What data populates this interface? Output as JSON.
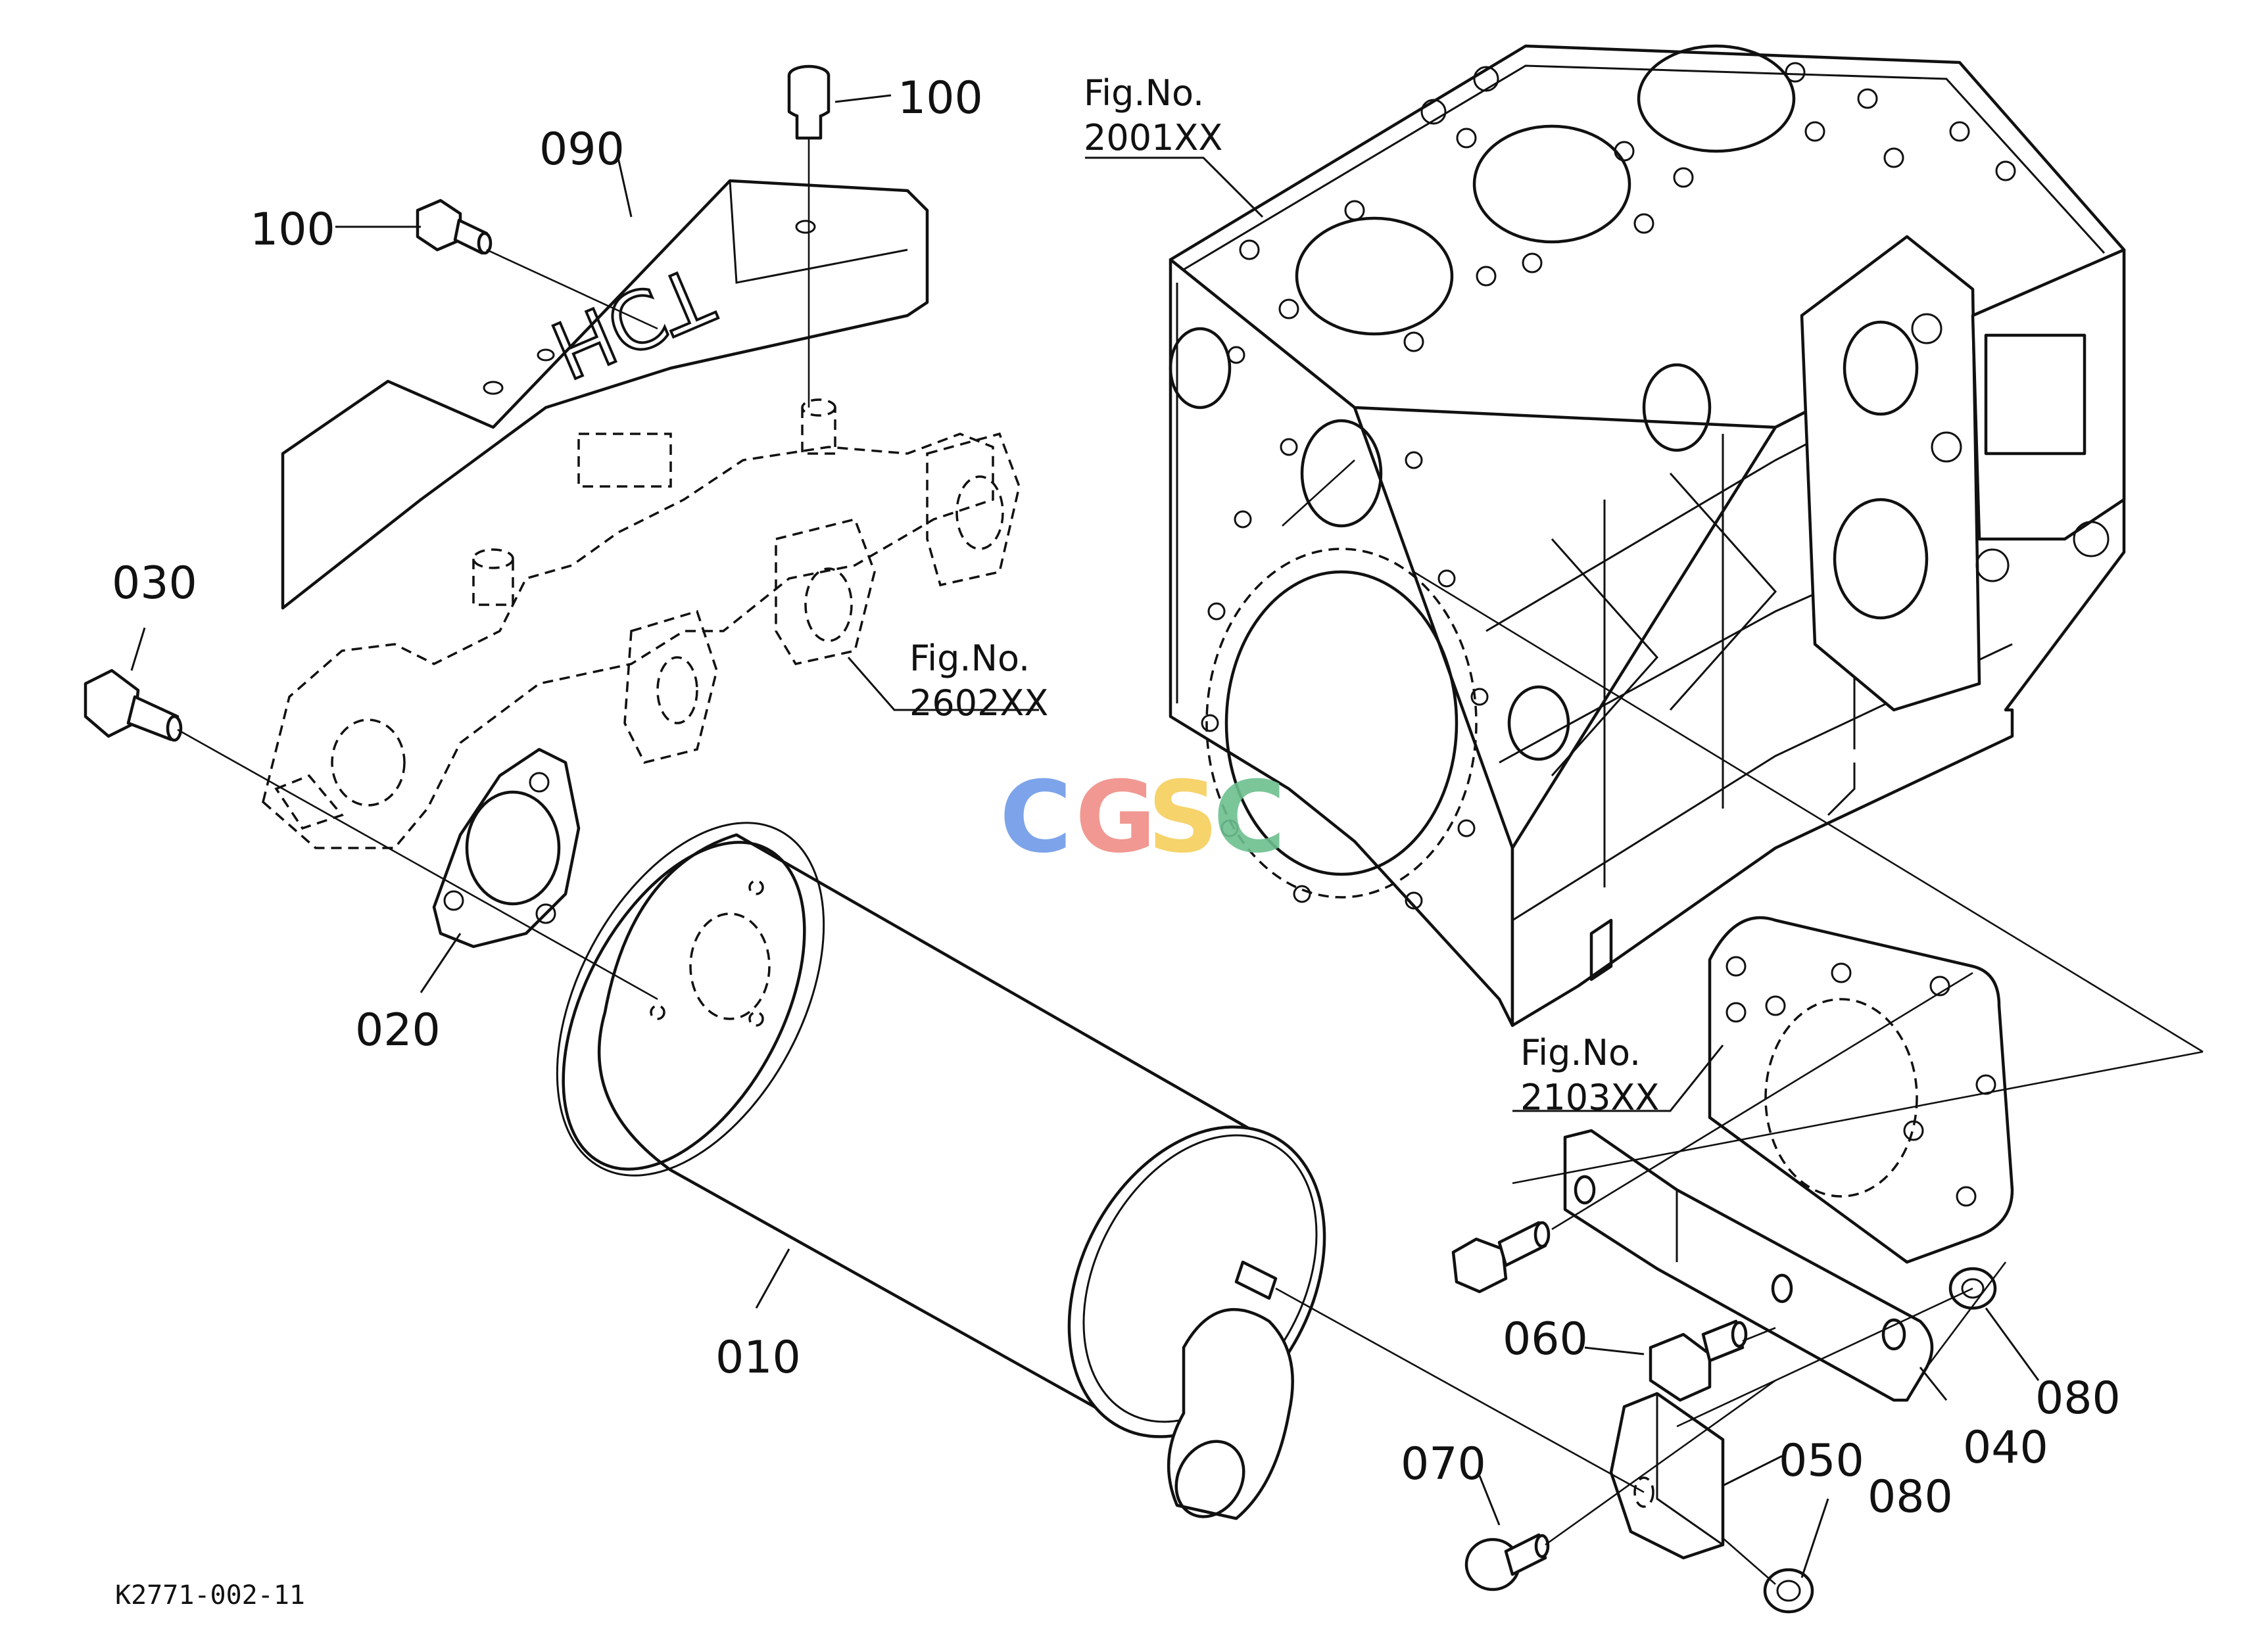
{
  "diagram_code": "K2771-002-11",
  "watermark": {
    "letters": [
      "C",
      "G",
      "S",
      "C"
    ],
    "colors": [
      "#6f9be8",
      "#ef8d86",
      "#f6cf5c",
      "#6cc08f"
    ]
  },
  "heat_shield_stamp": "HCT",
  "part_labels": {
    "p010": "010",
    "p020": "020",
    "p030": "030",
    "p040": "040",
    "p050": "050",
    "p060": "060",
    "p070": "070",
    "p080a": "080",
    "p080b": "080",
    "p090": "090",
    "p100a": "100",
    "p100b": "100"
  },
  "figure_refs": {
    "block": {
      "title": "Fig.No.",
      "number": "2001XX"
    },
    "manifold": {
      "title": "Fig.No.",
      "number": "2602XX"
    },
    "plate": {
      "title": "Fig.No.",
      "number": "2103XX"
    }
  }
}
